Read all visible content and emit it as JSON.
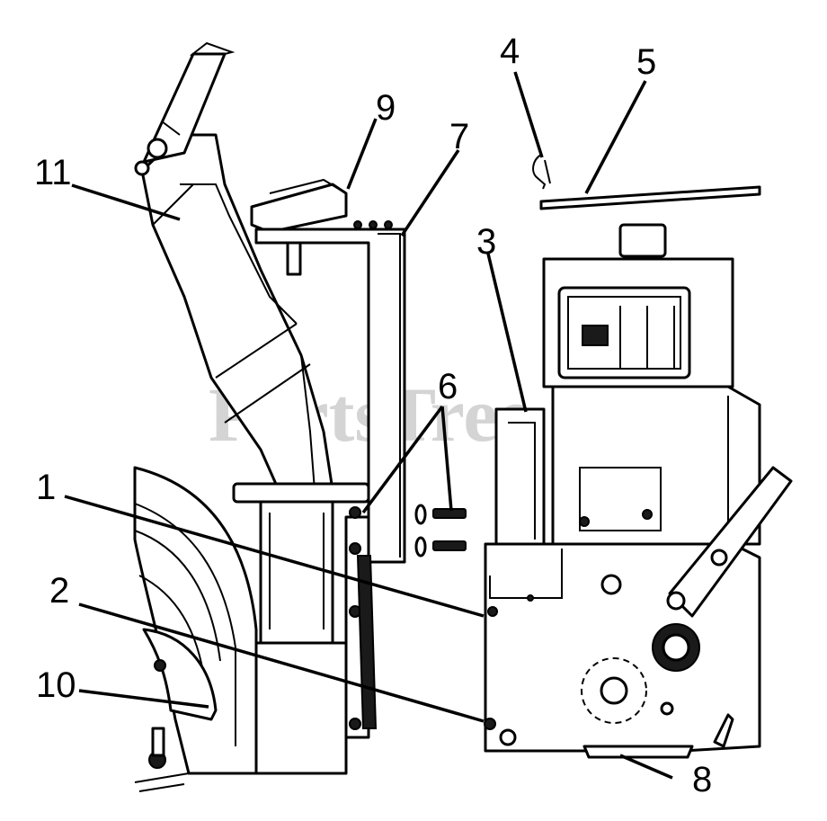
{
  "watermark": "PartsTree",
  "callouts": [
    {
      "id": "1",
      "label": "1"
    },
    {
      "id": "2",
      "label": "2"
    },
    {
      "id": "3",
      "label": "3"
    },
    {
      "id": "4",
      "label": "4"
    },
    {
      "id": "5",
      "label": "5"
    },
    {
      "id": "6",
      "label": "6"
    },
    {
      "id": "7",
      "label": "7"
    },
    {
      "id": "8",
      "label": "8"
    },
    {
      "id": "9",
      "label": "9"
    },
    {
      "id": "10",
      "label": "10"
    },
    {
      "id": "11",
      "label": "11"
    }
  ]
}
